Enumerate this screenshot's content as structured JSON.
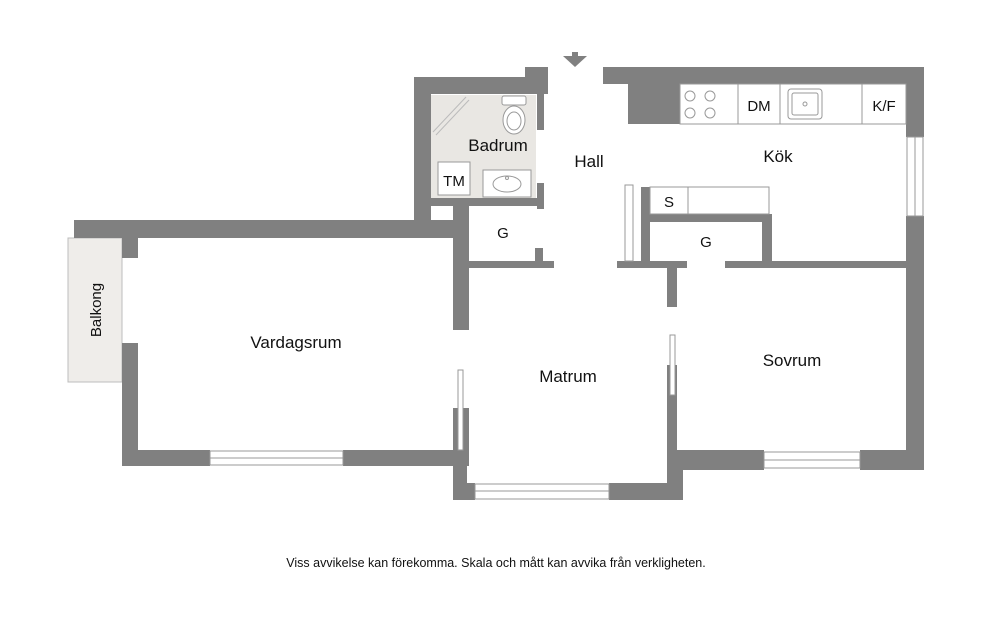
{
  "plan": {
    "rooms": {
      "badrum": "Badrum",
      "hall": "Hall",
      "kok": "Kök",
      "vardagsrum": "Vardagsrum",
      "matrum": "Matrum",
      "sovrum": "Sovrum",
      "balkong": "Balkong"
    },
    "fixtures": {
      "tm": "TM",
      "dm": "DM",
      "kf": "K/F",
      "s": "S",
      "g_hall": "G",
      "g_kok": "G"
    },
    "colors": {
      "wall": "#808080",
      "bathroom_floor": "#e9e7e3",
      "balcony": "#efedea"
    }
  },
  "footer": {
    "disclaimer": "Viss avvikelse kan förekomma. Skala och mått kan avvika från verkligheten."
  }
}
